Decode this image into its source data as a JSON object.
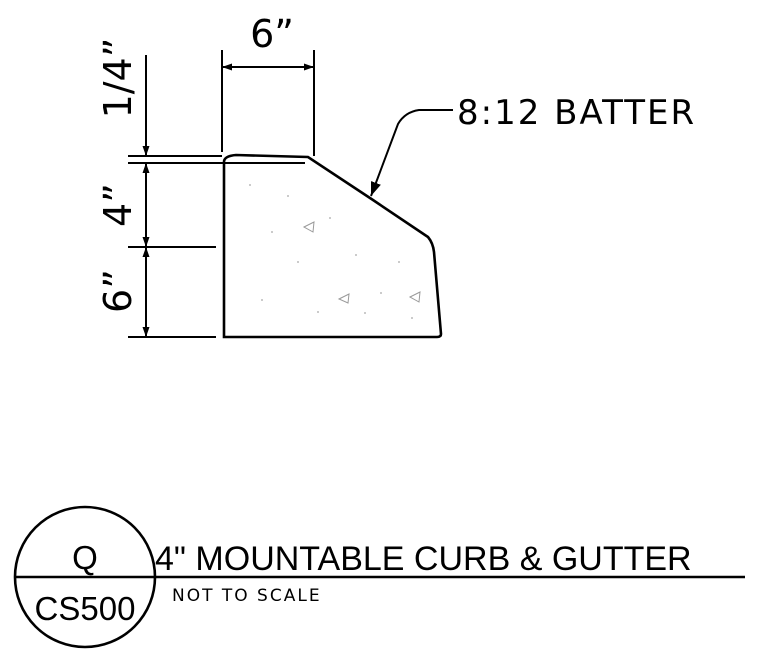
{
  "dimensions": {
    "top_width": "6”",
    "lip_height": "1/4”",
    "curb_height": "4”",
    "base_height": "6”"
  },
  "batter_note": "8:12  BATTER",
  "title_block": {
    "detail_id": "Q",
    "sheet_id": "CS500",
    "title": "4\" MOUNTABLE CURB & GUTTER",
    "subtitle": "NOT TO SCALE"
  }
}
